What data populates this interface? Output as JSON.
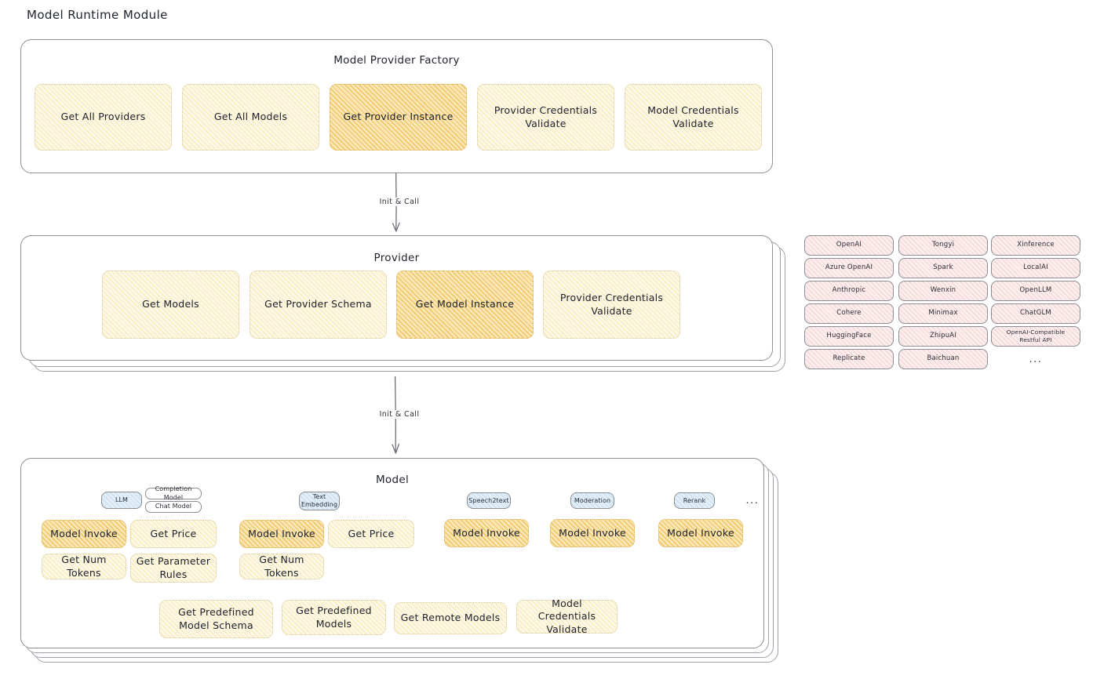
{
  "page": {
    "title": "Model Runtime Module"
  },
  "factory": {
    "title": "Model Provider Factory",
    "nodes": [
      {
        "label": "Get All Providers",
        "highlight": false
      },
      {
        "label": "Get All Models",
        "highlight": false
      },
      {
        "label": "Get Provider Instance",
        "highlight": true
      },
      {
        "label": "Provider Credentials Validate",
        "highlight": false
      },
      {
        "label": "Model Credentials Validate",
        "highlight": false
      }
    ]
  },
  "arrow1": {
    "label": "Init & Call"
  },
  "provider": {
    "title": "Provider",
    "nodes": [
      {
        "label": "Get Models",
        "highlight": false
      },
      {
        "label": "Get Provider Schema",
        "highlight": false
      },
      {
        "label": "Get Model Instance",
        "highlight": true
      },
      {
        "label": "Provider Credentials Validate",
        "highlight": false
      }
    ]
  },
  "arrow2": {
    "label": "Init & Call"
  },
  "providers_list": {
    "columns": [
      [
        "OpenAI",
        "Azure OpenAI",
        "Anthropic",
        "Cohere",
        "HuggingFace",
        "Replicate"
      ],
      [
        "Tongyi",
        "Spark",
        "Wenxin",
        "Minimax",
        "ZhipuAI",
        "Baichuan"
      ],
      [
        "Xinference",
        "LocalAI",
        "OpenLLM",
        "ChatGLM",
        "OpenAI-Compatible Restful API"
      ]
    ],
    "more": "..."
  },
  "model": {
    "title": "Model",
    "more": "...",
    "types": [
      {
        "name": "LLM",
        "subtypes": [
          "Completion Model",
          "Chat Model"
        ],
        "ops_row1": [
          {
            "label": "Model Invoke",
            "highlight": true
          },
          {
            "label": "Get Price",
            "highlight": false
          }
        ],
        "ops_row2": [
          {
            "label": "Get Num Tokens",
            "highlight": false
          },
          {
            "label": "Get Parameter Rules",
            "highlight": false
          }
        ]
      },
      {
        "name": "Text Embedding",
        "subtypes": [],
        "ops_row1": [
          {
            "label": "Model Invoke",
            "highlight": true
          },
          {
            "label": "Get Price",
            "highlight": false
          }
        ],
        "ops_row2": [
          {
            "label": "Get Num Tokens",
            "highlight": false
          }
        ]
      },
      {
        "name": "Speech2text",
        "subtypes": [],
        "ops_row1": [
          {
            "label": "Model Invoke",
            "highlight": true
          }
        ],
        "ops_row2": []
      },
      {
        "name": "Moderation",
        "subtypes": [],
        "ops_row1": [
          {
            "label": "Model Invoke",
            "highlight": true
          }
        ],
        "ops_row2": []
      },
      {
        "name": "Rerank",
        "subtypes": [],
        "ops_row1": [
          {
            "label": "Model Invoke",
            "highlight": true
          }
        ],
        "ops_row2": []
      }
    ],
    "common_ops": [
      {
        "label": "Get Predefined Model Schema"
      },
      {
        "label": "Get Predefined Models"
      },
      {
        "label": "Get Remote Models"
      },
      {
        "label": "Model Credentials Validate"
      }
    ]
  },
  "colors": {
    "cream": "#fdf8e6",
    "amber": "#fbe7b6",
    "pink": "#fdeeee",
    "blue": "#e3eff8",
    "stroke": "#8d8f96"
  }
}
